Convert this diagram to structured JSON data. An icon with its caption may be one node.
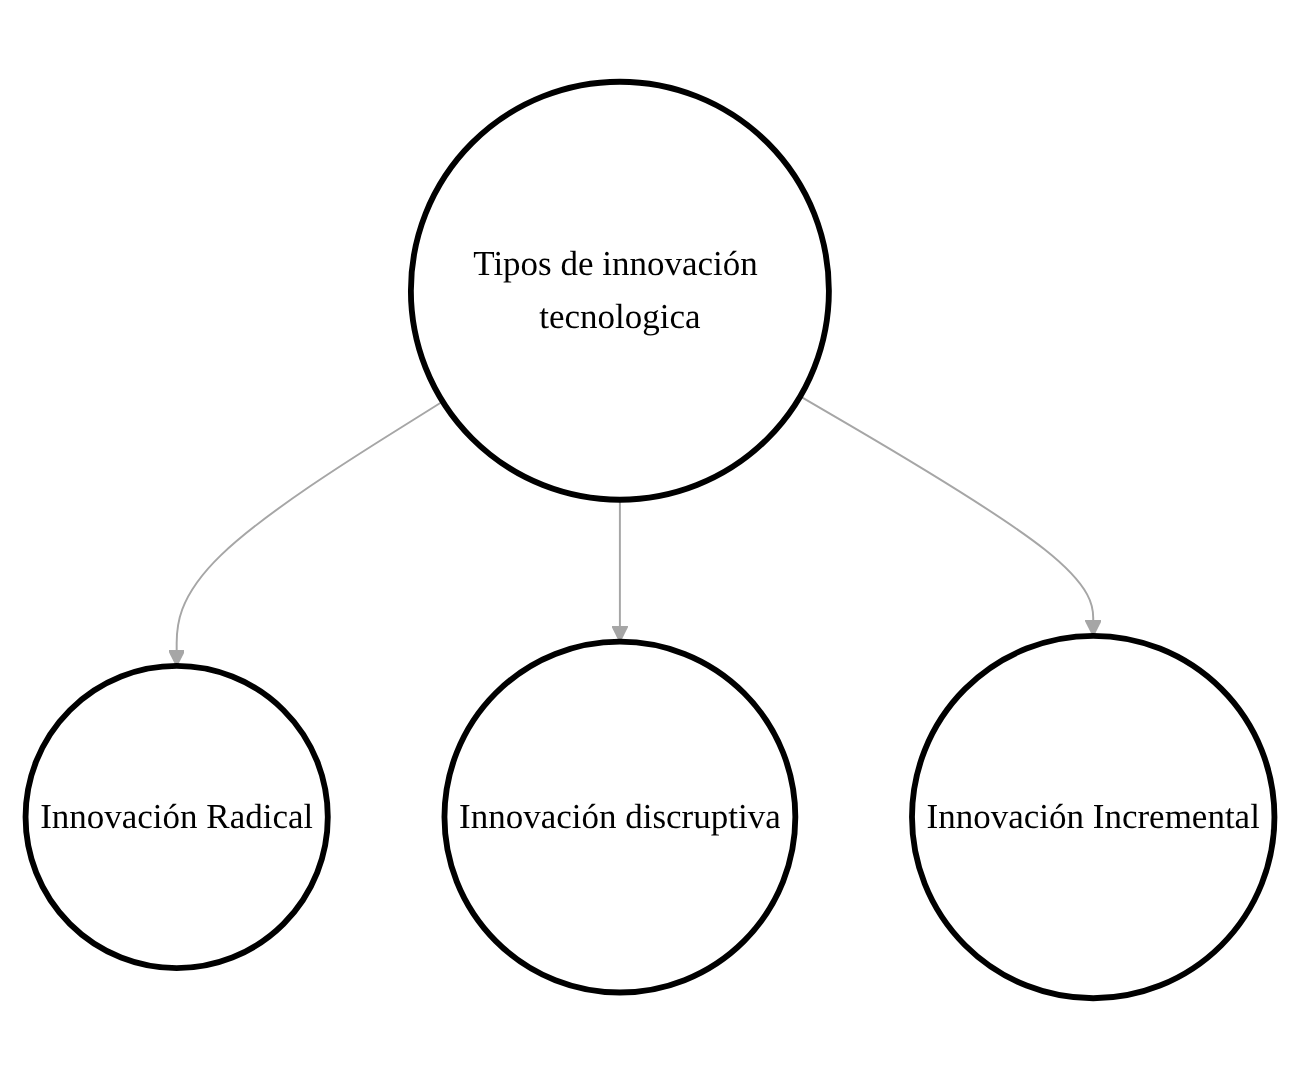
{
  "diagram": {
    "nodes": [
      {
        "text": [
          "Innovación Radical"
        ]
      },
      {
        "text": [
          "Tipos de innovación tecnologica"
        ]
      },
      {
        "text": [
          "Innovación discruptiva"
        ]
      },
      {
        "text": [
          "Innovación Incremental"
        ]
      }
    ],
    "edges": [
      {
        "from": 1,
        "to": 0,
        "arrow": "to",
        "color": "#a6a6a6"
      },
      {
        "from": 1,
        "to": 2,
        "arrow": "to",
        "color": "#a6a6a6"
      },
      {
        "from": 1,
        "to": 3,
        "arrow": "to",
        "color": "#a6a6a6"
      }
    ]
  }
}
